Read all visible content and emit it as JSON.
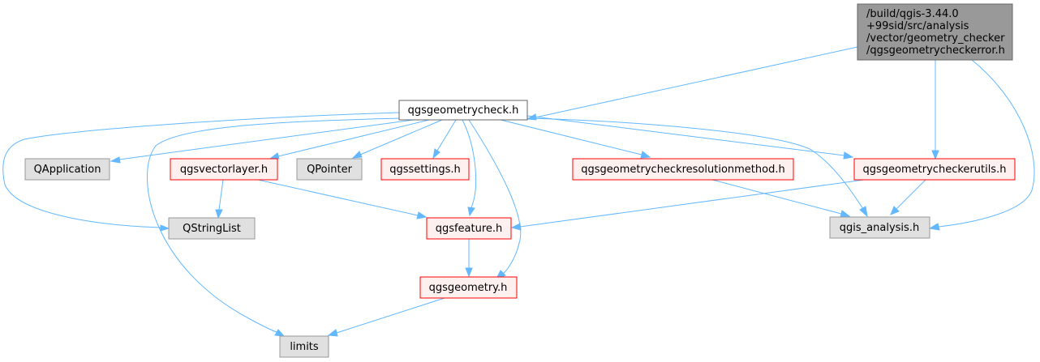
{
  "colors": {
    "edge": "#63b8ff",
    "root_fill": "#999999",
    "root_border": "#666666",
    "plain_fill": "#ffffff",
    "plain_border": "#666666",
    "linked_fill": "#fff0f0",
    "linked_border": "#ff0000",
    "system_fill": "#e0e0e0",
    "system_border": "#999999"
  },
  "nodes": {
    "root": {
      "lines": [
        "/build/qgis-3.44.0",
        "+99sid/src/analysis",
        "/vector/geometry_checker",
        "/qgsgeometrycheckerror.h"
      ],
      "style": "root"
    },
    "geometrycheck": {
      "lines": [
        "qgsgeometrycheck.h"
      ],
      "style": "plain"
    },
    "qapplication": {
      "lines": [
        "QApplication"
      ],
      "style": "system"
    },
    "vectorlayer": {
      "lines": [
        "qgsvectorlayer.h"
      ],
      "style": "linked"
    },
    "qpointer": {
      "lines": [
        "QPointer"
      ],
      "style": "system"
    },
    "settings": {
      "lines": [
        "qgssettings.h"
      ],
      "style": "linked"
    },
    "resolutionmethod": {
      "lines": [
        "qgsgeometrycheckresolutionmethod.h"
      ],
      "style": "linked"
    },
    "checkerutils": {
      "lines": [
        "qgsgeometrycheckerutils.h"
      ],
      "style": "linked"
    },
    "qstringlist": {
      "lines": [
        "QStringList"
      ],
      "style": "system"
    },
    "feature": {
      "lines": [
        "qgsfeature.h"
      ],
      "style": "linked"
    },
    "analysis": {
      "lines": [
        "qgis_analysis.h"
      ],
      "style": "system"
    },
    "geometry": {
      "lines": [
        "qgsgeometry.h"
      ],
      "style": "linked"
    },
    "limits": {
      "lines": [
        "limits"
      ],
      "style": "system"
    }
  }
}
